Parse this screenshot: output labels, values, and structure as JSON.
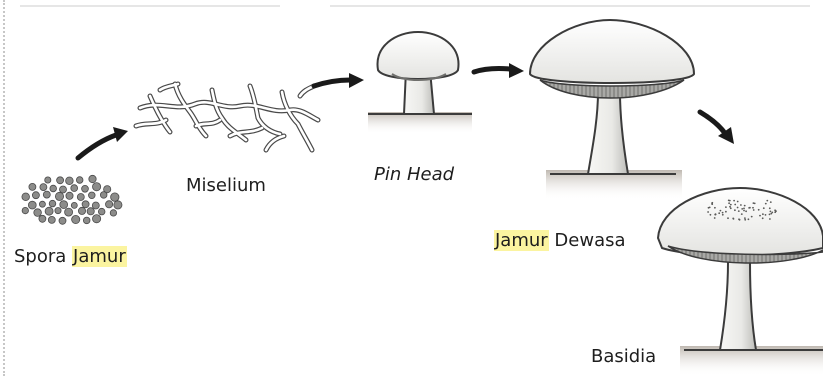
{
  "labels": {
    "spora_prefix": "Spora",
    "spora_highlight": "Jamur",
    "miselium": "Miselium",
    "pin_head": "Pin Head",
    "jamur_dewasa_highlight": "Jamur",
    "jamur_dewasa_suffix": "Dewasa",
    "basidia": "Basidia"
  },
  "colors": {
    "highlight": "#fbf4a0",
    "arrow": "#1a1a1a",
    "cap_outline": "#3b3b3b",
    "cap_fill": "#f1f1ef",
    "gill_fill": "#9a9a98",
    "soil": "#d9d4ce"
  },
  "icons": [
    "spore-cluster-icon",
    "mycelium-icon",
    "pin-head-mushroom-icon",
    "adult-mushroom-icon",
    "basidia-mushroom-icon",
    "arrow-icon"
  ]
}
